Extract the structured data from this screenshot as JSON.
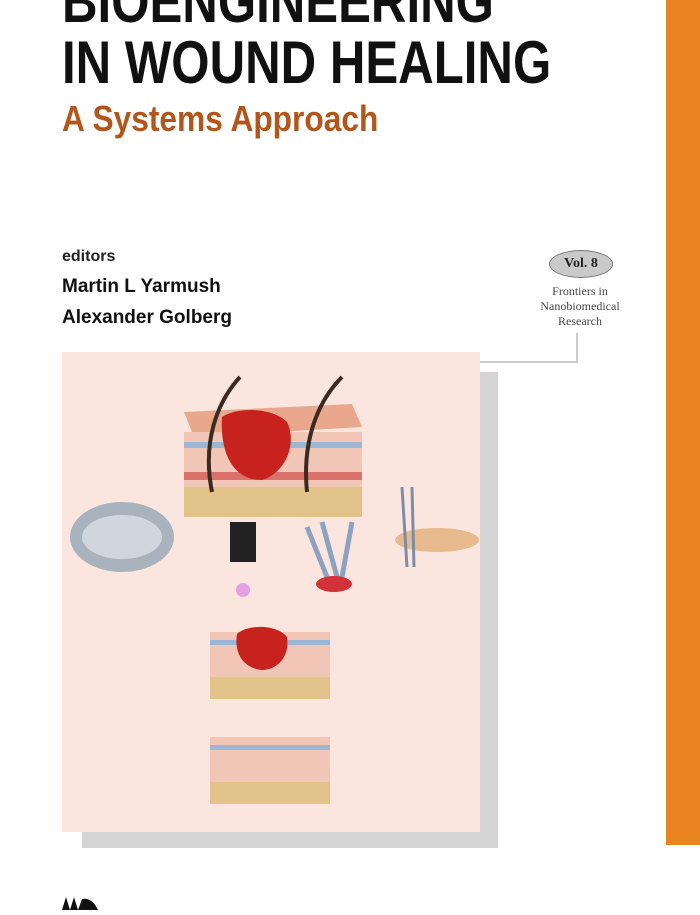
{
  "cover": {
    "title_line1": "BIOENGINEERING",
    "title_line2": "IN WOUND HEALING",
    "subtitle": "A Systems Approach",
    "editors_label": "editors",
    "editors": [
      "Martin L Yarmush",
      "Alexander Golberg"
    ],
    "volume": "Vol. 8",
    "series": [
      "Frontiers in",
      "Nanobiomedical",
      "Research"
    ],
    "publisher_logo": "World Scientific"
  },
  "colors": {
    "accent_strip": "#e8841f",
    "subtitle": "#b4561b",
    "panel": "#fbe6df"
  }
}
